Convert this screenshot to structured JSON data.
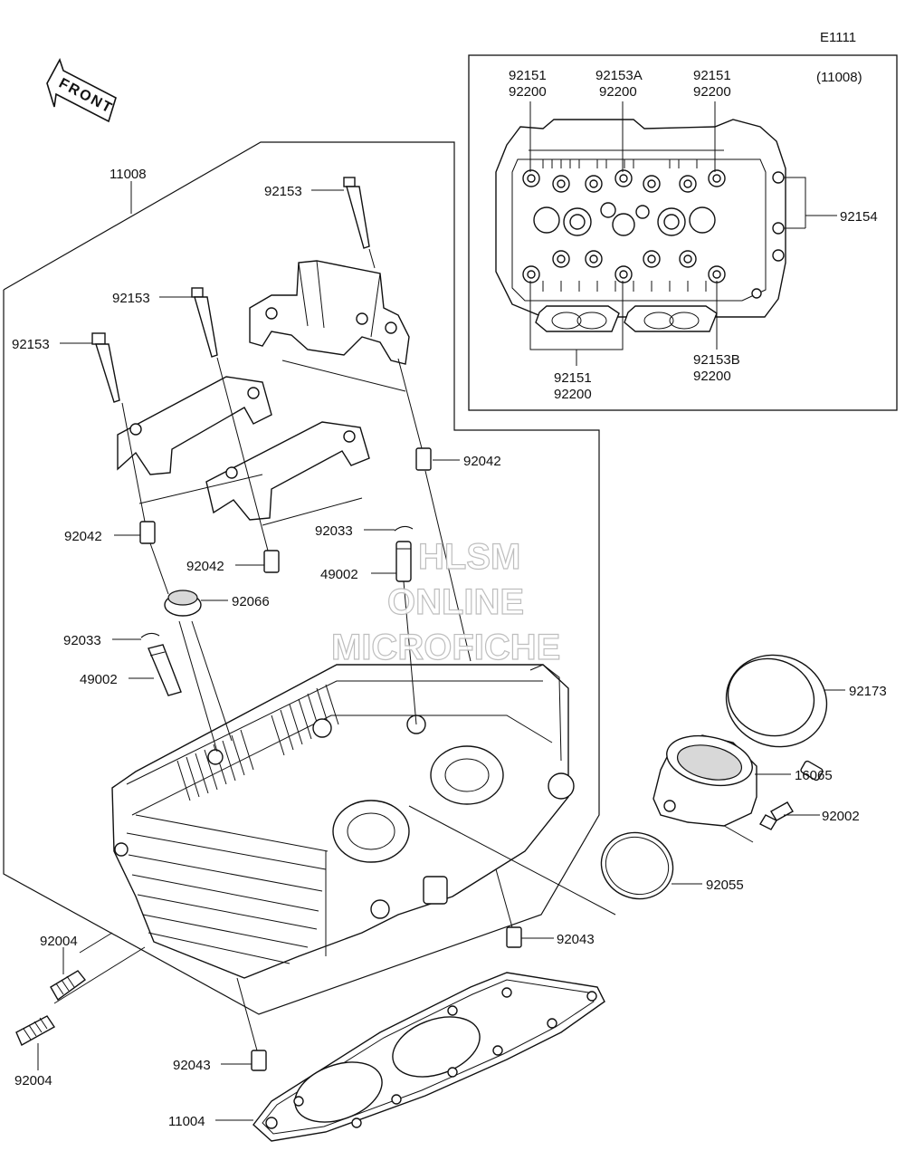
{
  "diagram_id": "E1111",
  "front_label": "FRONT",
  "inset_ref": "(11008)",
  "watermark": {
    "line1": "HLSM",
    "line2": "ONLINE",
    "line3": "MICROFICHE"
  },
  "callouts": {
    "p11008": "11008",
    "p92153_a": "92153",
    "p92153_b": "92153",
    "p92153_c": "92153",
    "p92042_a": "92042",
    "p92042_b": "92042",
    "p92042_c": "92042",
    "p92033_a": "92033",
    "p92033_b": "92033",
    "p49002_a": "49002",
    "p49002_b": "49002",
    "p92066": "92066",
    "p92173": "92173",
    "p16065": "16065",
    "p92002": "92002",
    "p92055": "92055",
    "p92043_a": "92043",
    "p92043_b": "92043",
    "p92004_a": "92004",
    "p92004_b": "92004",
    "p11004": "11004"
  },
  "inset_callouts": {
    "top_left_1": "92151",
    "top_left_2": "92200",
    "top_mid_1": "92153A",
    "top_mid_2": "92200",
    "top_right_1": "92151",
    "top_right_2": "92200",
    "side_right": "92154",
    "bottom_left_1": "92151",
    "bottom_left_2": "92200",
    "bottom_right_1": "92153B",
    "bottom_right_2": "92200"
  }
}
